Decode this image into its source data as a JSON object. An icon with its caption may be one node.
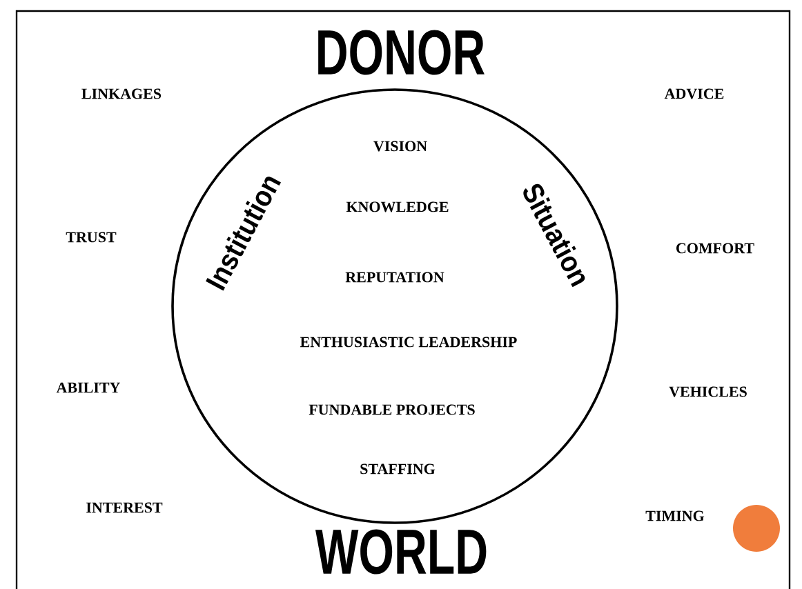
{
  "diagram": {
    "nodes": [
      {
        "text": [
          "Institution",
          "Situation",
          "VISION",
          "KNOWLEDGE",
          "REPUTATION",
          "ENTHUSIASTIC LEADERSHIP",
          "FUNDABLE PROJECTS",
          "STAFFING"
        ]
      }
    ],
    "labels": [
      "DONOR",
      "LINKAGES",
      "ADVICE",
      "TRUST",
      "COMFORT",
      "ABILITY",
      "VEHICLES",
      "INTEREST",
      "TIMING",
      "WORLD"
    ]
  }
}
